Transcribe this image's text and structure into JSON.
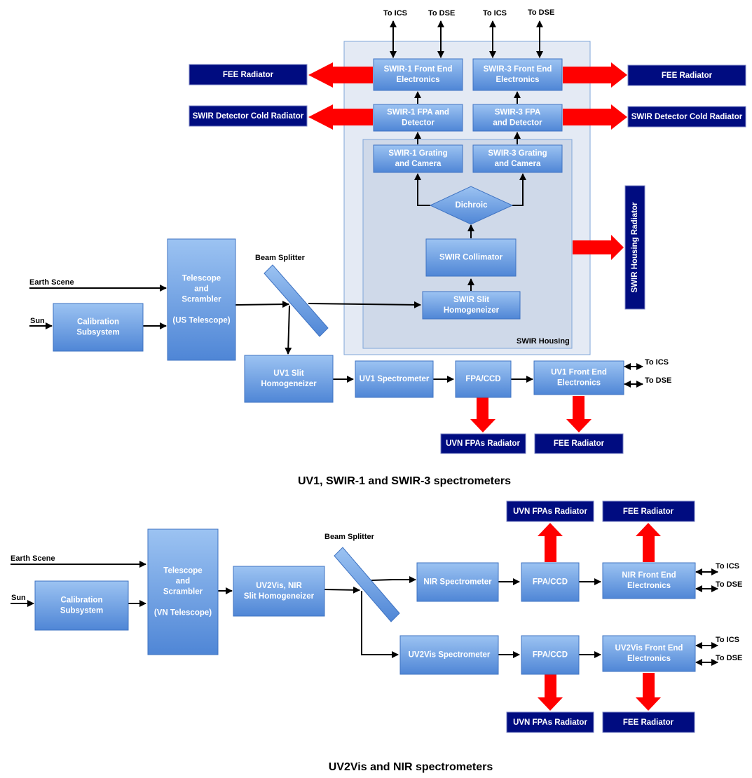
{
  "colors": {
    "box_top": "#9cc3f2",
    "box_bottom": "#4f86d6",
    "radiator": "#000c80",
    "heat_arrow": "#ff0000",
    "housing_outer": "#e4eaf4",
    "housing_inner": "#cfd9e9"
  },
  "top": {
    "caption": "UV1, SWIR-1 and SWIR-3 spectrometers",
    "housing_label": "SWIR Housing",
    "labels": {
      "earth_scene": "Earth Scene",
      "sun": "Sun",
      "beam_splitter": "Beam Splitter",
      "to_ics_1": "To ICS",
      "to_dse_1": "To DSE",
      "to_ics_3": "To ICS",
      "to_dse_3": "To DSE",
      "to_ics_uv1": "To ICS",
      "to_dse_uv1": "To DSE"
    },
    "boxes": {
      "calibration": [
        "Calibration",
        "Subsystem"
      ],
      "telescope": [
        "Telescope",
        "and",
        "Scrambler",
        "",
        "(US Telescope)"
      ],
      "swir_slit": [
        "SWIR Slit",
        "Homogeneizer"
      ],
      "swir_collimator": [
        "SWIR Collimator"
      ],
      "dichroic": [
        "Dichroic"
      ],
      "swir1_grating": [
        "SWIR-1 Grating",
        "and Camera"
      ],
      "swir3_grating": [
        "SWIR-3 Grating",
        "and Camera"
      ],
      "swir1_fpa": [
        "SWIR-1 FPA and",
        "Detector"
      ],
      "swir3_fpa": [
        "SWIR-3 FPA",
        "and Detector"
      ],
      "swir1_fee": [
        "SWIR-1 Front End",
        "Electronics"
      ],
      "swir3_fee": [
        "SWIR-3 Front End",
        "Electronics"
      ],
      "uv1_slit": [
        "UV1 Slit",
        "Homogeneizer"
      ],
      "uv1_spectrometer": [
        "UV1 Spectrometer"
      ],
      "uv1_fpa": [
        "FPA/CCD"
      ],
      "uv1_fee": [
        "UV1 Front End",
        "Electronics"
      ]
    },
    "radiators": {
      "fee_left": "FEE Radiator",
      "fee_right": "FEE Radiator",
      "swir_cold_left": "SWIR Detector Cold Radiator",
      "swir_cold_right": "SWIR Detector Cold Radiator",
      "swir_housing": "SWIR Housing Radiator",
      "uvn_fpas": "UVN FPAs Radiator",
      "uv1_fee": "FEE Radiator"
    }
  },
  "bottom": {
    "caption": "UV2Vis and NIR spectrometers",
    "labels": {
      "earth_scene": "Earth Scene",
      "sun": "Sun",
      "beam_splitter": "Beam Splitter",
      "to_ics_nir": "To ICS",
      "to_dse_nir": "To DSE",
      "to_ics_uv2": "To ICS",
      "to_dse_uv2": "To DSE"
    },
    "boxes": {
      "calibration": [
        "Calibration",
        "Subsystem"
      ],
      "telescope": [
        "Telescope",
        "and",
        "Scrambler",
        "",
        "(VN Telescope)"
      ],
      "slit": [
        "UV2Vis, NIR",
        "Slit Homogeneizer"
      ],
      "nir_spectrometer": [
        "NIR Spectrometer"
      ],
      "nir_fpa": [
        "FPA/CCD"
      ],
      "nir_fee": [
        "NIR Front End",
        "Electronics"
      ],
      "uv2_spectrometer": [
        "UV2Vis Spectrometer"
      ],
      "uv2_fpa": [
        "FPA/CCD"
      ],
      "uv2_fee": [
        "UV2Vis Front End",
        "Electronics"
      ]
    },
    "radiators": {
      "uvn_fpas_top": "UVN FPAs Radiator",
      "fee_top": "FEE Radiator",
      "uvn_fpas_bottom": "UVN FPAs Radiator",
      "fee_bottom": "FEE Radiator"
    }
  }
}
